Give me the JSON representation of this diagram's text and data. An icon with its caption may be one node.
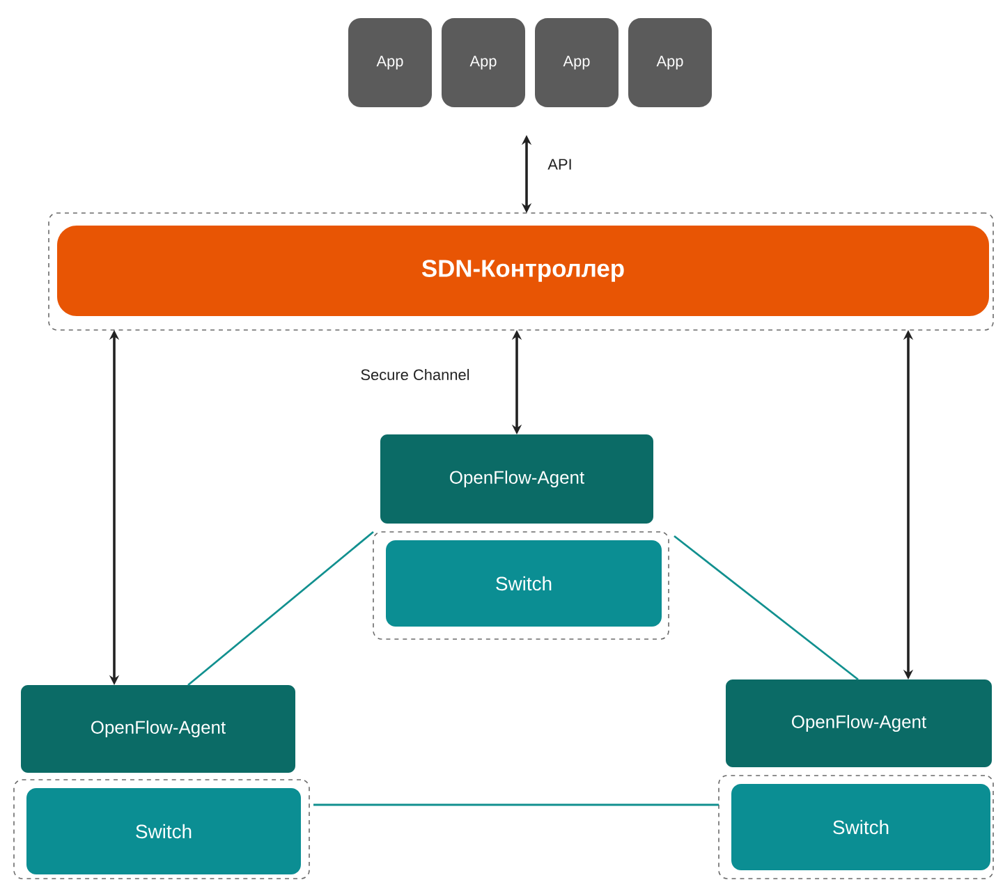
{
  "diagram": {
    "nodes": [
      {
        "text": [
          "App"
        ]
      },
      {
        "text": [
          "App"
        ]
      },
      {
        "text": [
          "App"
        ]
      },
      {
        "text": [
          "App"
        ]
      },
      {
        "text": [],
        "shape": "box"
      },
      {
        "text": [
          "SDN-Контроллер"
        ],
        "in": 4
      },
      {
        "text": [
          "OpenFlow-Agent"
        ]
      },
      {
        "text": [],
        "shape": "box"
      },
      {
        "text": [
          "Switch"
        ],
        "in": 7
      },
      {
        "text": [
          "OpenFlow-Agent"
        ]
      },
      {
        "text": [],
        "shape": "box"
      },
      {
        "text": [
          "Switch"
        ],
        "in": 10
      },
      {
        "text": [
          "OpenFlow-Agent"
        ]
      },
      {
        "text": [],
        "shape": "box"
      },
      {
        "text": [
          "Switch"
        ],
        "in": 13
      }
    ],
    "edges": [
      {
        "from": null,
        "to": 4,
        "arrow": "both",
        "label": "API"
      },
      {
        "from": 4,
        "to": 6,
        "arrow": "both",
        "label": "Secure Channel"
      },
      {
        "from": 4,
        "to": 9,
        "arrow": "both"
      },
      {
        "from": 4,
        "to": 12,
        "arrow": "both"
      },
      {
        "from": 7,
        "to": 9,
        "arrow": "none",
        "color": "#11908f"
      },
      {
        "from": 7,
        "to": 12,
        "arrow": "none",
        "color": "#11908f"
      },
      {
        "from": 10,
        "to": 13,
        "arrow": "none",
        "color": "#11908f"
      }
    ]
  }
}
